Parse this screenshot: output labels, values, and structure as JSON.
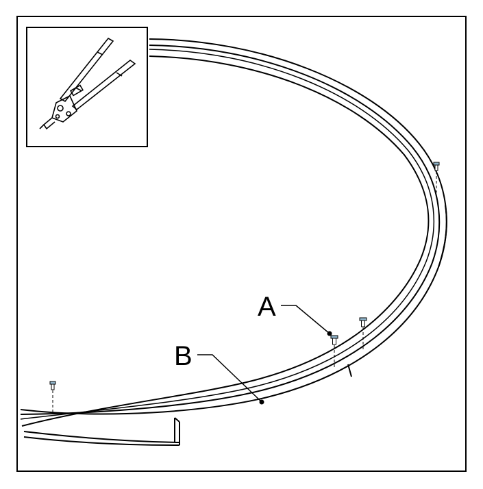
{
  "diagram": {
    "callouts": [
      {
        "id": "A",
        "text": "A"
      },
      {
        "id": "B",
        "text": "B"
      }
    ],
    "inset": {
      "icon": "rivet-gun-icon"
    },
    "fasteners": {
      "icon": "blind-rivet-icon",
      "count": 4
    },
    "colors": {
      "line": "#000000",
      "rivet_head": "#8fb3c9",
      "background": "#ffffff"
    }
  }
}
